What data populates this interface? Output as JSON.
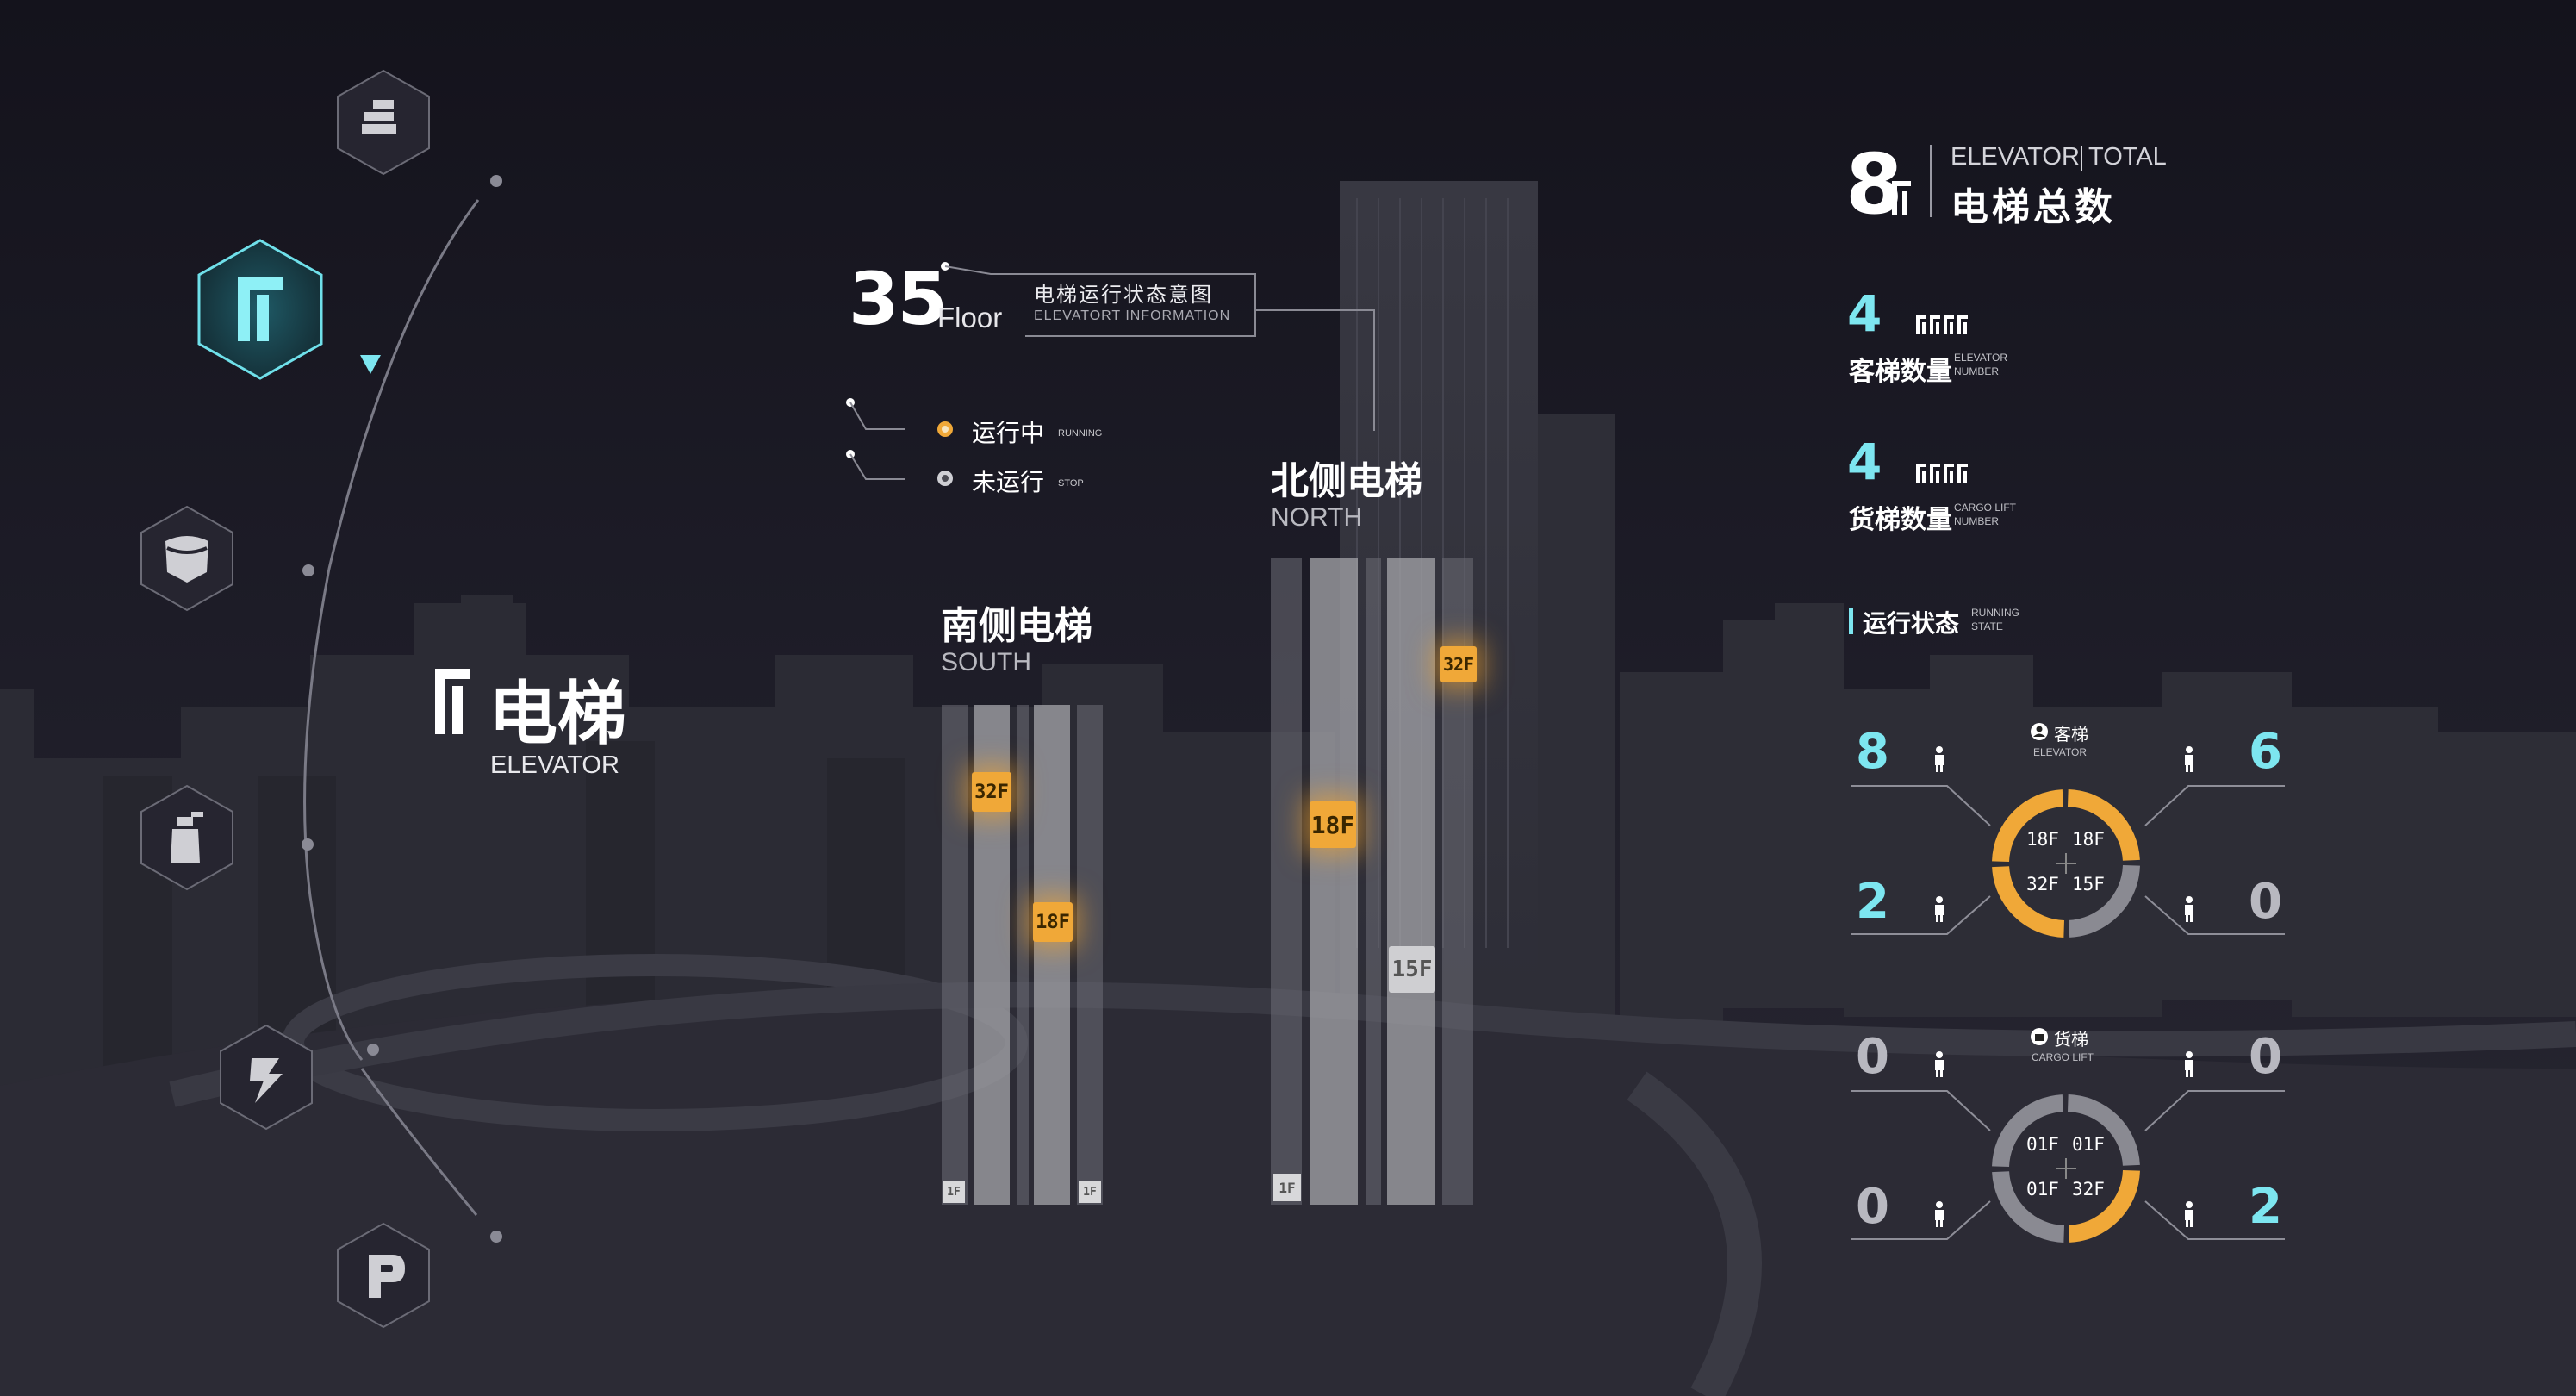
{
  "colors": {
    "accent_cyan": "#7de6f0",
    "accent_orange": "#f0a838",
    "background": "#1b1a24"
  },
  "nav": {
    "items": [
      {
        "name": "floors-icon"
      },
      {
        "name": "elevator-icon",
        "active": true
      },
      {
        "name": "water-tank-icon"
      },
      {
        "name": "fire-extinguisher-icon"
      },
      {
        "name": "power-icon"
      },
      {
        "name": "parking-icon"
      }
    ]
  },
  "section": {
    "title": "电梯",
    "subtitle": "ELEVATOR"
  },
  "building": {
    "floor_number": "35",
    "floor_label": "Floor",
    "info_cn": "电梯运行状态意图",
    "info_en": "ELEVATORT INFORMATION"
  },
  "legend": {
    "running_cn": "运行中",
    "running_en": "RUNNING",
    "stop_cn": "未运行",
    "stop_en": "STOP"
  },
  "south": {
    "title_cn": "南侧电梯",
    "title_en": "SOUTH",
    "tags": [
      "32F",
      "18F"
    ],
    "base_labels": [
      "1F",
      "1F"
    ]
  },
  "north": {
    "title_cn": "北侧电梯",
    "title_en": "NORTH",
    "tags": [
      "32F",
      "18F",
      "15F"
    ],
    "base_label": "1F"
  },
  "summary": {
    "total_value": "8",
    "total_en_a": "ELEVATOR",
    "total_en_b": "TOTAL",
    "total_cn": "电梯总数",
    "passenger_value": "4",
    "passenger_cn": "客梯数量",
    "passenger_en_a": "ELEVATOR",
    "passenger_en_b": "NUMBER",
    "cargo_value": "4",
    "cargo_cn": "货梯数量",
    "cargo_en_a": "CARGO LIFT",
    "cargo_en_b": "NUMBER"
  },
  "running_state": {
    "title_cn": "运行状态",
    "title_en_a": "RUNNING",
    "title_en_b": "STATE",
    "passenger": {
      "label_cn": "客梯",
      "label_en": "ELEVATOR",
      "counts": {
        "top_left": "8",
        "top_right": "6",
        "bottom_left": "2",
        "bottom_right": "0"
      },
      "floors": [
        "18F",
        "18F",
        "32F",
        "15F"
      ],
      "quadrant_active": [
        true,
        true,
        true,
        false
      ]
    },
    "cargo": {
      "label_cn": "货梯",
      "label_en": "CARGO LIFT",
      "counts": {
        "top_left": "0",
        "top_right": "0",
        "bottom_left": "0",
        "bottom_right": "2"
      },
      "floors": [
        "01F",
        "01F",
        "01F",
        "32F"
      ],
      "quadrant_active": [
        false,
        false,
        false,
        true
      ]
    }
  }
}
